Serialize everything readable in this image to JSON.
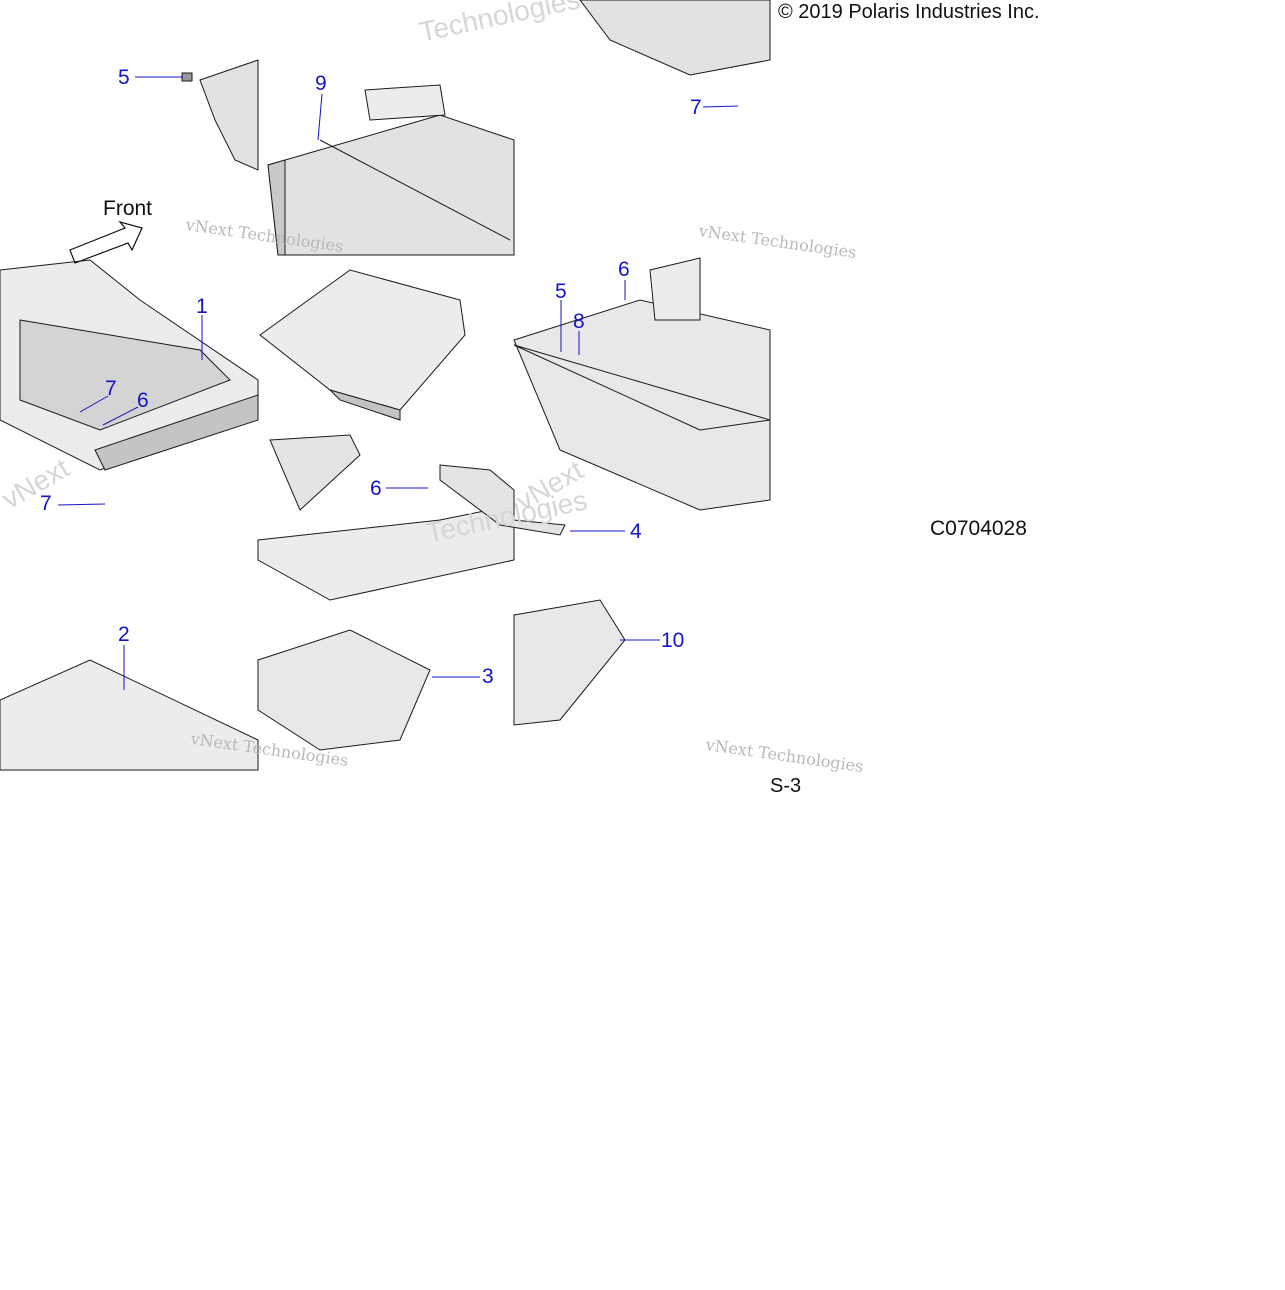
{
  "copyright": "© 2019 Polaris Industries Inc.",
  "front_label": "Front",
  "drawing_code": "C0704028",
  "page_ref": "S-3",
  "watermark": {
    "serif_text": "vNext Technologies",
    "light_text": "Technologies",
    "logo_text": "vNext"
  },
  "callouts": {
    "c1": "1",
    "c2": "2",
    "c3": "3",
    "c4": "4",
    "c5a": "5",
    "c5b": "5",
    "c6a": "6",
    "c6b": "6",
    "c6c": "6",
    "c7a": "7",
    "c7b": "7",
    "c7c": "7",
    "c8": "8",
    "c9": "9",
    "c10": "10"
  },
  "colors": {
    "callout": "#1414c8",
    "line": "#1a1a1a",
    "fill": "#e2e2e2",
    "shade": "#bdbdbd"
  }
}
